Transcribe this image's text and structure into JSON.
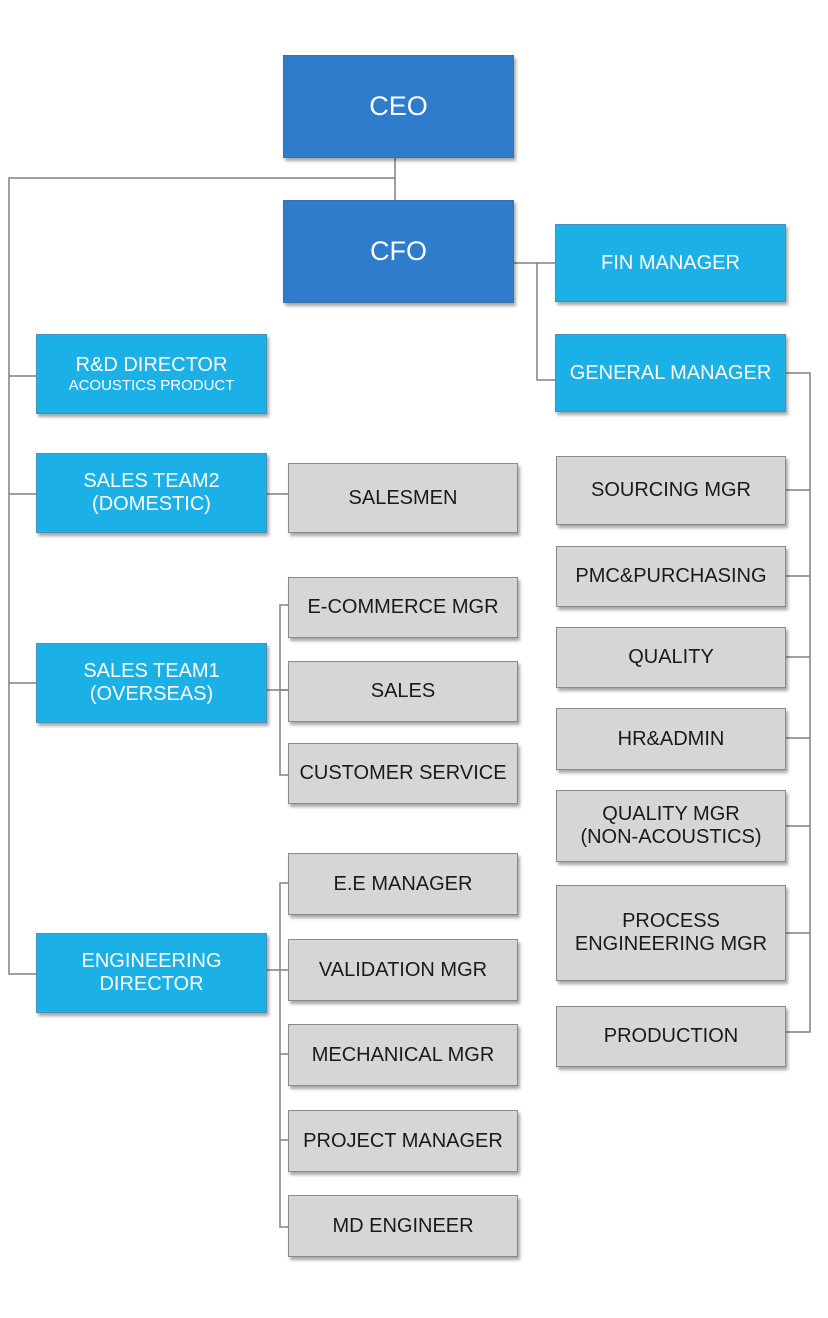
{
  "colors": {
    "executive": "#2f7ccd",
    "manager": "#1bb1e6",
    "staff": "#d6d6d6",
    "connector": "#808080"
  },
  "nodes": {
    "ceo": "CEO",
    "cfo": "CFO",
    "fin_manager": "FIN MANAGER",
    "general_manager": "GENERAL MANAGER",
    "rd_director": {
      "line1": "R&D DIRECTOR",
      "line2": "ACOUSTICS PRODUCT"
    },
    "sales_team2": {
      "line1": "SALES TEAM2",
      "line2": "(DOMESTIC)"
    },
    "salesmen": "SALESMEN",
    "sales_team1": {
      "line1": "SALES TEAM1",
      "line2": "(OVERSEAS)"
    },
    "ecommerce_mgr": "E-COMMERCE MGR",
    "sales": "SALES",
    "customer_service": "CUSTOMER SERVICE",
    "engineering_director": {
      "line1": "ENGINEERING",
      "line2": "DIRECTOR"
    },
    "ee_manager": "E.E MANAGER",
    "validation_mgr": "VALIDATION MGR",
    "mechanical_mgr": "MECHANICAL MGR",
    "project_manager": "PROJECT MANAGER",
    "md_engineer": "MD ENGINEER",
    "sourcing_mgr": "SOURCING MGR",
    "pmc_purchasing": "PMC&PURCHASING",
    "quality": "QUALITY",
    "hr_admin": "HR&ADMIN",
    "quality_mgr": {
      "line1": "QUALITY MGR",
      "line2": "(NON-ACOUSTICS)"
    },
    "process_engineering_mgr": {
      "line1": "PROCESS",
      "line2": "ENGINEERING MGR"
    },
    "production": "PRODUCTION"
  }
}
